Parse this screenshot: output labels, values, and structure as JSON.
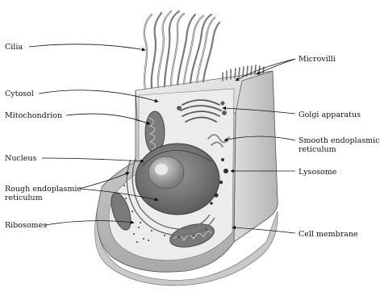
{
  "labels": {
    "cilia": "Cilia",
    "cytosol": "Cytosol",
    "mitochondrion": "Mitochondrion",
    "nucleus": "Nucleus",
    "rough_er_line1": "Rough endoplasmic",
    "rough_er_line2": "reticulum",
    "ribosomes": "Ribosomes",
    "microvilli": "Microvilli",
    "golgi": "Golgi apparatus",
    "smooth_er_line1": "Smooth endoplasmic",
    "smooth_er_line2": "reticulum",
    "lysosome": "Lysosome",
    "cell_membrane": "Cell membrane"
  },
  "colors": {
    "line": "#111111",
    "cell_light": "#e4e4e4",
    "cell_mid": "#c6c6c6",
    "cell_dark": "#8f8f8f",
    "organelle_dark": "#5a5a5a"
  }
}
